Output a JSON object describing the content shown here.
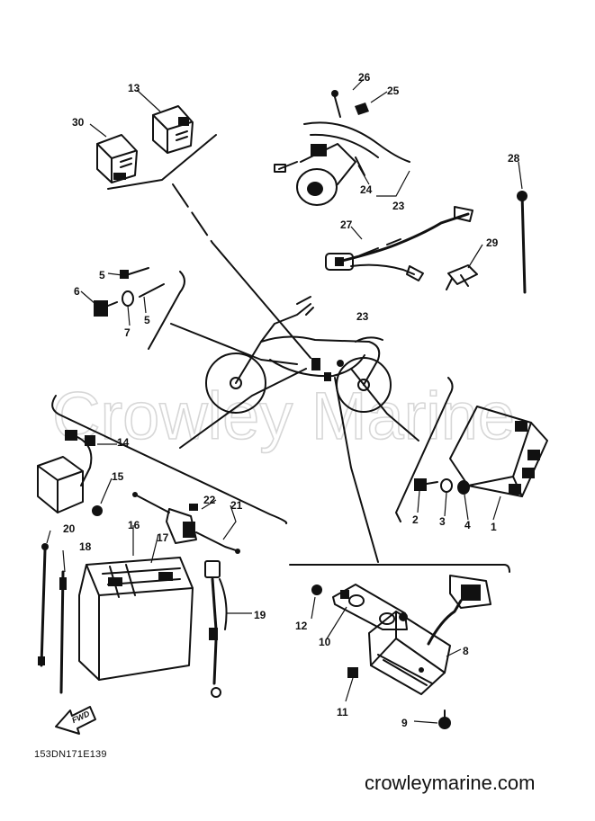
{
  "watermark": "Crowley Marine",
  "drawing_code": "153DN171E139",
  "site_url": "crowleymarine.com",
  "fwd_label": "FWD",
  "callouts": {
    "c30": "30",
    "c13": "13",
    "c26": "26",
    "c25": "25",
    "c24": "24",
    "c23a": "23",
    "c23b": "23",
    "c28": "28",
    "c27": "27",
    "c29": "29",
    "c5a": "5",
    "c6": "6",
    "c7": "7",
    "c5b": "5",
    "c14": "14",
    "c15": "15",
    "c22": "22",
    "c21": "21",
    "c20": "20",
    "c18": "18",
    "c16": "16",
    "c17": "17",
    "c19": "19",
    "c2": "2",
    "c3": "3",
    "c4": "4",
    "c1": "1",
    "c12": "12",
    "c10": "10",
    "c8": "8",
    "c11": "11",
    "c9": "9"
  }
}
